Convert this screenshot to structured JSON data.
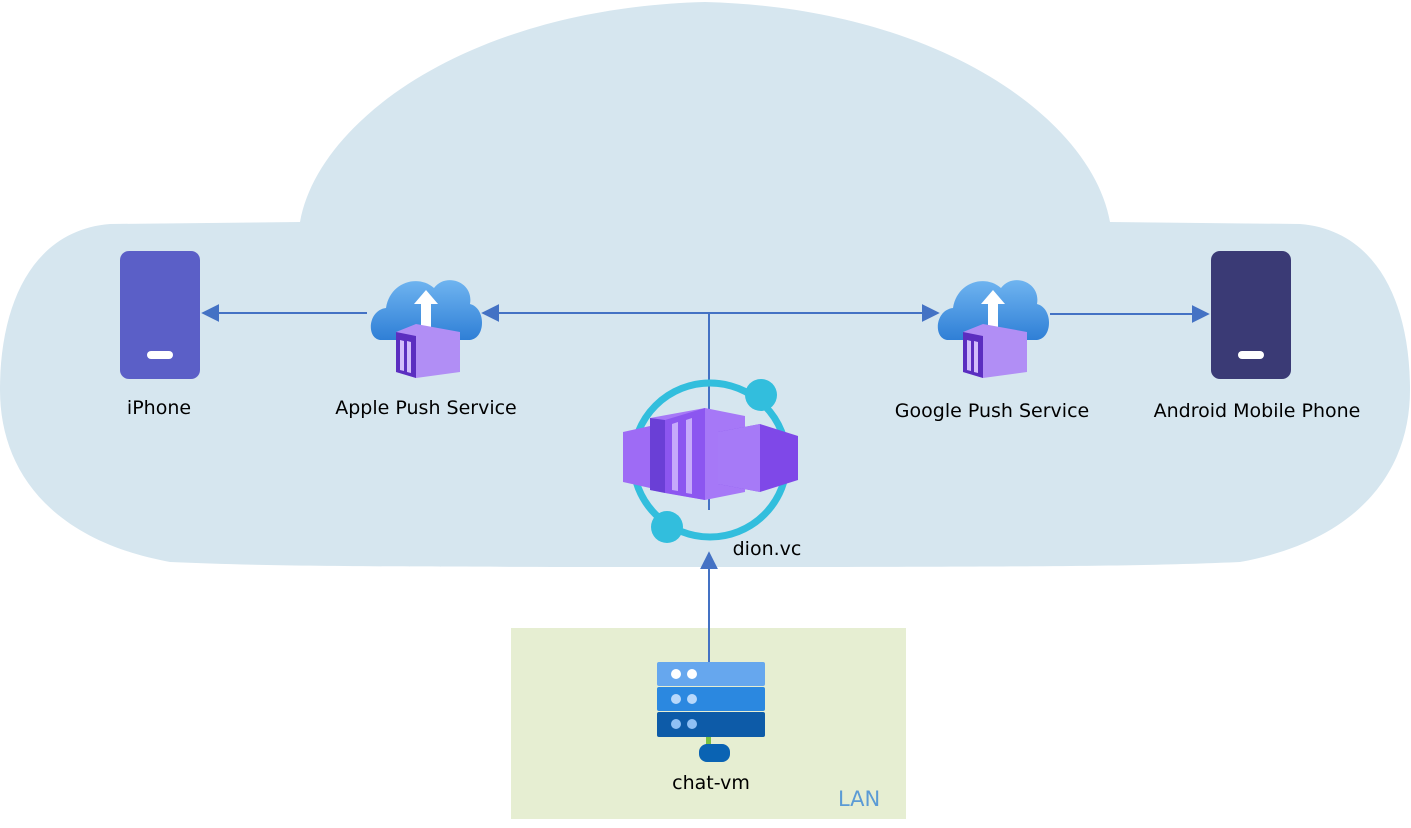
{
  "colors": {
    "cloud": "#d6e6ef",
    "lan": "#e6eed2",
    "connector": "#4472c4",
    "iphone": "#5b5fc7",
    "android": "#3a3a75",
    "lan_label": "#5b9bd5"
  },
  "nodes": {
    "iphone": {
      "label": "iPhone",
      "icon": "mobile-phone-icon"
    },
    "apple_push": {
      "label": "Apple Push Service",
      "icon": "cloud-upload-container-icon"
    },
    "google_push": {
      "label": "Google Push Service",
      "icon": "cloud-upload-container-icon"
    },
    "android": {
      "label": "Android Mobile Phone",
      "icon": "mobile-phone-icon"
    },
    "dion": {
      "label": "dion.vc",
      "icon": "container-apps-icon"
    },
    "chat_vm": {
      "label": "chat-vm",
      "icon": "server-stack-icon"
    }
  },
  "zones": {
    "lan": {
      "label": "LAN"
    }
  },
  "connections": [
    {
      "from": "chat_vm",
      "to": "dion"
    },
    {
      "from": "dion",
      "to": "apple_push"
    },
    {
      "from": "dion",
      "to": "google_push"
    },
    {
      "from": "apple_push",
      "to": "iphone"
    },
    {
      "from": "google_push",
      "to": "android"
    }
  ]
}
